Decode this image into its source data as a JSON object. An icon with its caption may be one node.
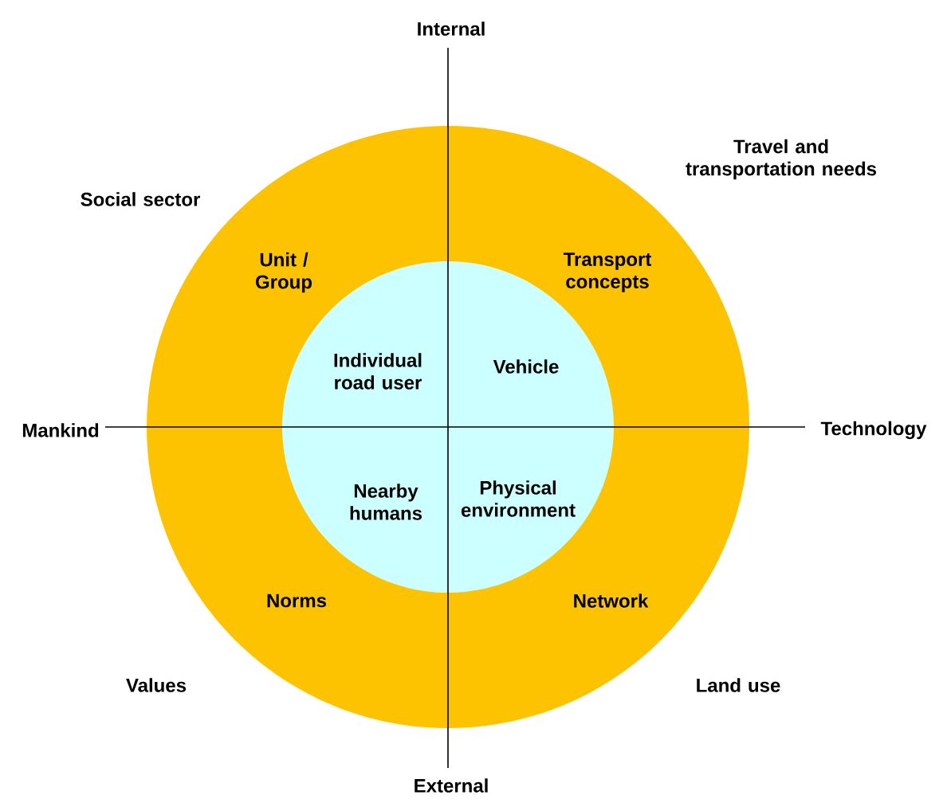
{
  "diagram": {
    "nodes": [
      {
        "text": [
          "Unit / Group",
          "Transport concepts",
          "Norms",
          "Network"
        ]
      },
      {
        "text": [
          "Individual road user",
          "Vehicle",
          "Nearby humans",
          "Physical environment"
        ],
        "in": 0
      }
    ],
    "labels": [
      "Internal",
      "Travel and transportation needs",
      "Social sector",
      "Mankind",
      "Technology",
      "Values",
      "Land use",
      "External"
    ]
  }
}
